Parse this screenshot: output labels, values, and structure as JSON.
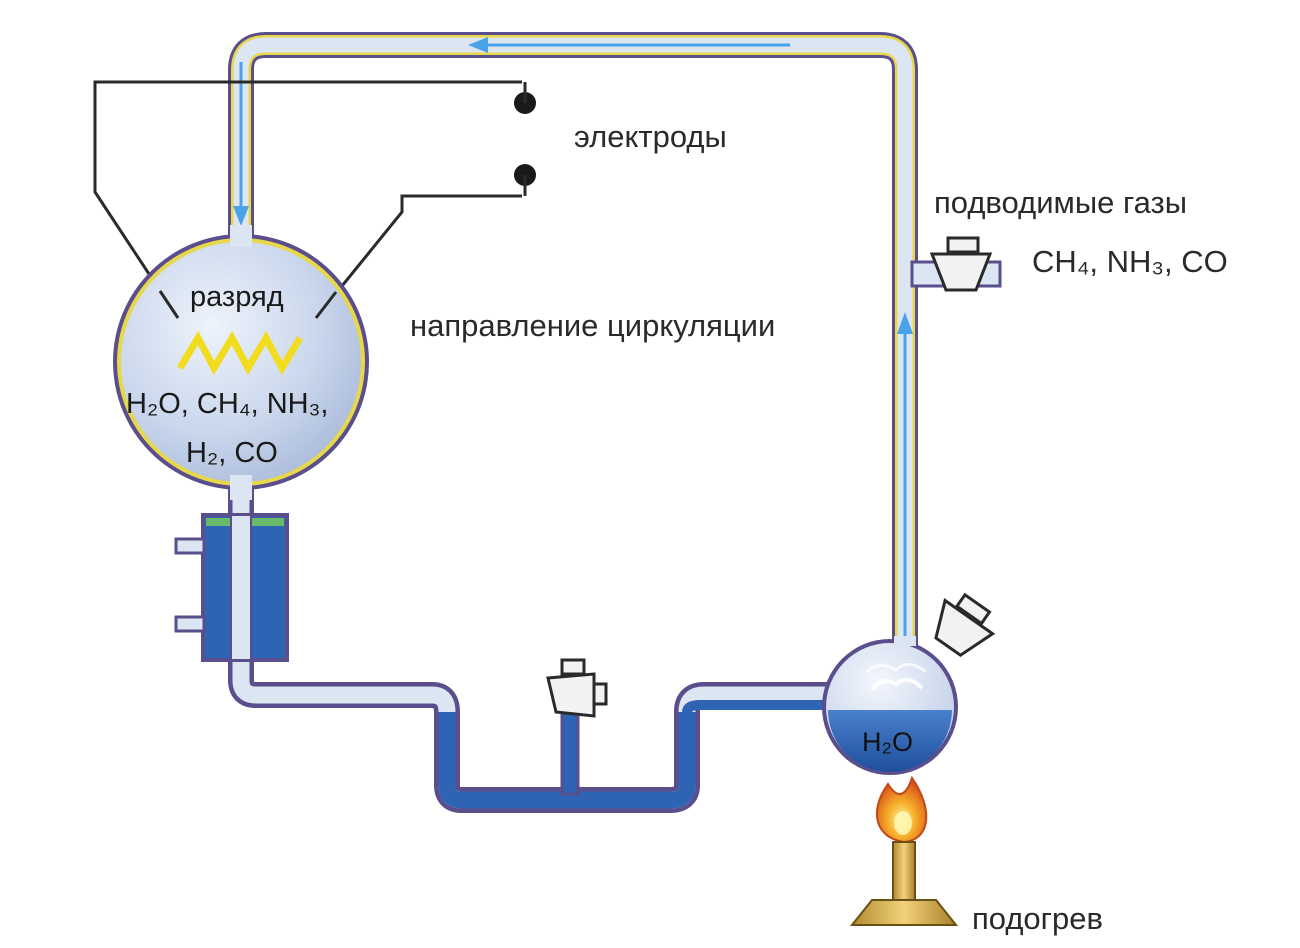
{
  "labels": {
    "electrodes": "электроды",
    "gas_inlet": "подводимые газы",
    "gas_inlet_formula": "CH₄, NH₃, CO",
    "circulation": "направление циркуляции",
    "discharge": "разряд",
    "flask_gases_line1": "H₂O, CH₄, NH₃,",
    "flask_gases_line2": "H₂, CO",
    "water": "H₂O",
    "heating": "подогрев"
  },
  "colors": {
    "tube_outline": "#5a4e8c",
    "tube_fill": "#d8e2f0",
    "flow_arrow": "#4aa3e8",
    "water": "#2f63b4",
    "spark": "#f2dc1e",
    "yellow_outline": "#e6d84a",
    "flask_glass": "#c6d4ea",
    "flame": "#f08a1c",
    "burner": "#d4b050"
  }
}
